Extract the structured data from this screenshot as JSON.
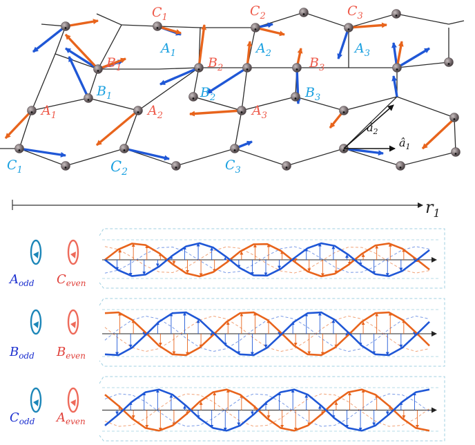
{
  "colors": {
    "blue": "#1f57d6",
    "orange": "#e8641c",
    "label_blue": "#1aa0e0",
    "label_orange": "#ee5a4a",
    "bond": "#2a2a2a",
    "atom": "#8a7f80",
    "frame": "#9fcfe0",
    "icon_teal": "#1c86b8",
    "icon_salmon": "#ee6a5a",
    "legend_blue": "#1a2ecf",
    "legend_red": "#e0403a"
  },
  "lattice": {
    "orange_labels": [
      {
        "base": "C",
        "sub": "1"
      },
      {
        "base": "C",
        "sub": "2"
      },
      {
        "base": "C",
        "sub": "3"
      },
      {
        "base": "B",
        "sub": "1"
      },
      {
        "base": "B",
        "sub": "2"
      },
      {
        "base": "B",
        "sub": "3"
      },
      {
        "base": "A",
        "sub": "1"
      },
      {
        "base": "A",
        "sub": "2"
      },
      {
        "base": "A",
        "sub": "3"
      }
    ],
    "blue_labels": [
      {
        "base": "A",
        "sub": "1"
      },
      {
        "base": "A",
        "sub": "2"
      },
      {
        "base": "A",
        "sub": "3"
      },
      {
        "base": "B",
        "sub": "1"
      },
      {
        "base": "B",
        "sub": "2"
      },
      {
        "base": "B",
        "sub": "3"
      },
      {
        "base": "C",
        "sub": "1"
      },
      {
        "base": "C",
        "sub": "2"
      },
      {
        "base": "C",
        "sub": "3"
      }
    ],
    "vec_a1": {
      "base": "â",
      "sub": "1"
    },
    "vec_a2": {
      "base": "â",
      "sub": "2"
    }
  },
  "axis": {
    "base": "r",
    "sub": "1"
  },
  "panels": [
    {
      "odd": {
        "base": "A",
        "sub": "odd"
      },
      "even": {
        "base": "C",
        "sub": "even"
      }
    },
    {
      "odd": {
        "base": "B",
        "sub": "odd"
      },
      "even": {
        "base": "B",
        "sub": "even"
      }
    },
    {
      "odd": {
        "base": "C",
        "sub": "odd"
      },
      "even": {
        "base": "A",
        "sub": "even"
      }
    }
  ]
}
